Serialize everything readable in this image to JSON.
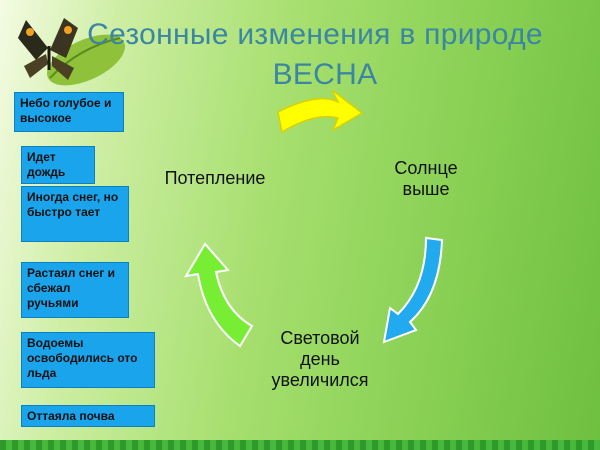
{
  "title": {
    "line1": "Сезонные  изменения в природе",
    "line2": "ВЕСНА"
  },
  "cycle": {
    "nodes": {
      "warming": "Потепление",
      "sun_higher": "Солнце выше",
      "daylight_longer": "Световой день увеличился"
    },
    "arrow_colors": {
      "top": "#ffff00",
      "right": "#22aaee",
      "left": "#77ee33"
    }
  },
  "facts": [
    "Небо голубое и высокое",
    "Идет дождь",
    "Иногда снег, но быстро тает",
    "Растаял снег и сбежал ручьями",
    "Водоемы освободились ото льда",
    "Оттаяла почва"
  ],
  "colors": {
    "title": "#3b86a3",
    "fact_box": "#1aa4ec"
  }
}
